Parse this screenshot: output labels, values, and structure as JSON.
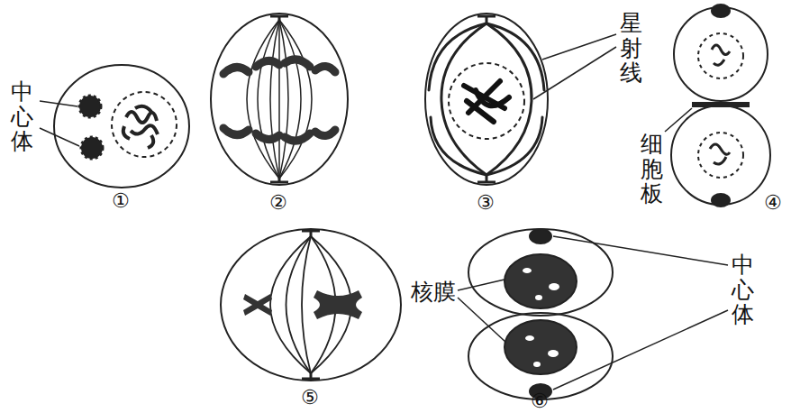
{
  "diagram": {
    "labels": [
      "中心体",
      "①",
      "②",
      "星射线",
      "③",
      "细胞板",
      "④",
      "⑤",
      "核膜",
      "中心体",
      "⑥"
    ]
  }
}
